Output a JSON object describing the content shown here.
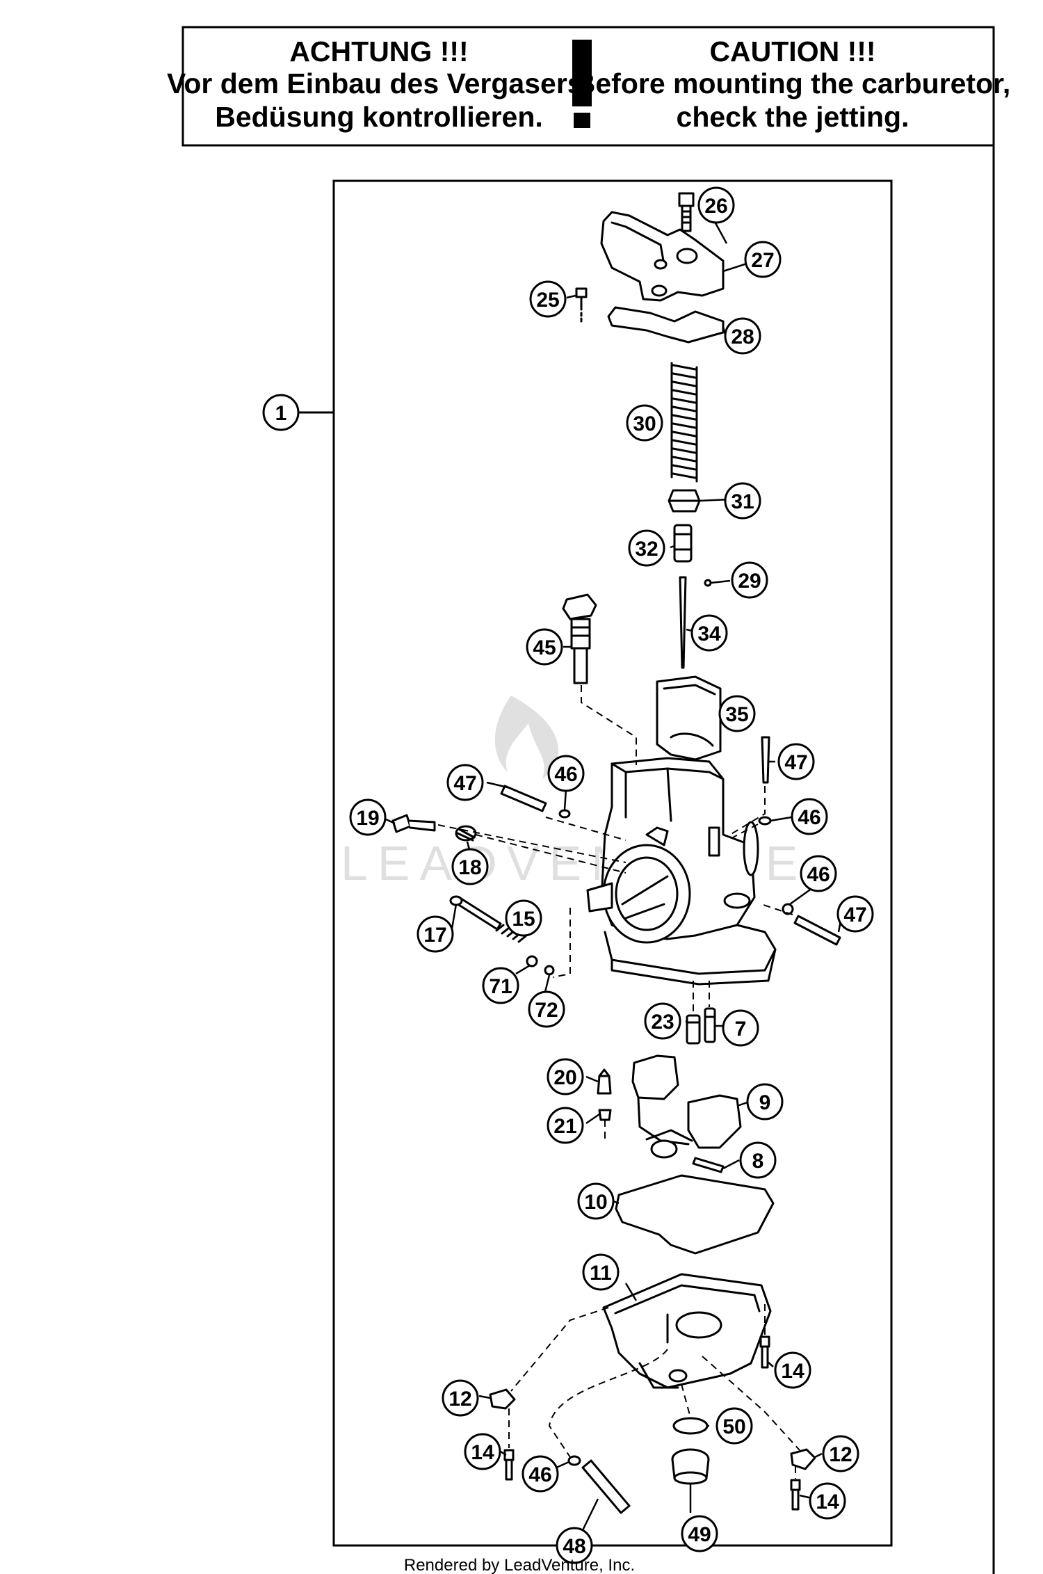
{
  "warning": {
    "de_title": "ACHTUNG !!!",
    "de_line1": "Vor dem Einbau des Vergasers,",
    "de_line2": "Bedüsung kontrollieren.",
    "en_title": "CAUTION !!!",
    "en_line1": "Before mounting the carburetor,",
    "en_line2": "check the jetting."
  },
  "watermark": {
    "text": "LEADVENTURE"
  },
  "footer": {
    "text": "Rendered by LeadVenture, Inc."
  },
  "assembly_label": "1",
  "callouts": [
    {
      "id": "c26",
      "num": "26"
    },
    {
      "id": "c27",
      "num": "27"
    },
    {
      "id": "c25",
      "num": "25"
    },
    {
      "id": "c28",
      "num": "28"
    },
    {
      "id": "c30",
      "num": "30"
    },
    {
      "id": "c31",
      "num": "31"
    },
    {
      "id": "c32",
      "num": "32"
    },
    {
      "id": "c29",
      "num": "29"
    },
    {
      "id": "c34",
      "num": "34"
    },
    {
      "id": "c45",
      "num": "45"
    },
    {
      "id": "c35",
      "num": "35"
    },
    {
      "id": "c47a",
      "num": "47"
    },
    {
      "id": "c46a",
      "num": "46"
    },
    {
      "id": "c47b",
      "num": "47"
    },
    {
      "id": "c46b",
      "num": "46"
    },
    {
      "id": "c19",
      "num": "19"
    },
    {
      "id": "c18",
      "num": "18"
    },
    {
      "id": "c46c",
      "num": "46"
    },
    {
      "id": "c47c",
      "num": "47"
    },
    {
      "id": "c17",
      "num": "17"
    },
    {
      "id": "c15",
      "num": "15"
    },
    {
      "id": "c71",
      "num": "71"
    },
    {
      "id": "c72",
      "num": "72"
    },
    {
      "id": "c23",
      "num": "23"
    },
    {
      "id": "c7",
      "num": "7"
    },
    {
      "id": "c20",
      "num": "20"
    },
    {
      "id": "c9",
      "num": "9"
    },
    {
      "id": "c21",
      "num": "21"
    },
    {
      "id": "c8",
      "num": "8"
    },
    {
      "id": "c10",
      "num": "10"
    },
    {
      "id": "c11",
      "num": "11"
    },
    {
      "id": "c14a",
      "num": "14"
    },
    {
      "id": "c12a",
      "num": "12"
    },
    {
      "id": "c50",
      "num": "50"
    },
    {
      "id": "c14b",
      "num": "14"
    },
    {
      "id": "c12b",
      "num": "12"
    },
    {
      "id": "c46d",
      "num": "46"
    },
    {
      "id": "c14c",
      "num": "14"
    },
    {
      "id": "c48",
      "num": "48"
    },
    {
      "id": "c49",
      "num": "49"
    }
  ]
}
